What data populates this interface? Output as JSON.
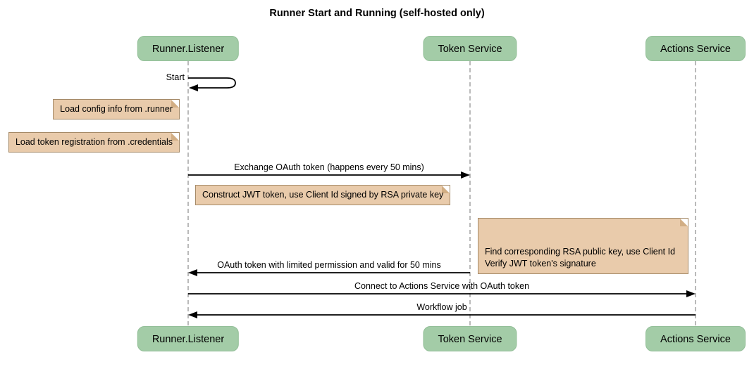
{
  "title": "Runner Start and Running (self-hosted only)",
  "diagram_type": "sequence-diagram",
  "colors": {
    "participant_fill": "#a3cca7",
    "note_fill": "#e9cbab",
    "note_border": "#a58a68",
    "note_fold": "#d2ae84",
    "lifeline": "#bababa",
    "arrow": "#000000",
    "background": "#ffffff"
  },
  "participants": [
    {
      "id": "runner-listener",
      "label": "Runner.Listener"
    },
    {
      "id": "token-service",
      "label": "Token Service"
    },
    {
      "id": "actions-service",
      "label": "Actions Service"
    }
  ],
  "messages": [
    {
      "label": "Start",
      "from": "runner-listener",
      "to": "runner-listener",
      "type": "self"
    },
    {
      "label": "Exchange OAuth token (happens every 50 mins)",
      "from": "runner-listener",
      "to": "token-service",
      "type": "solid-arrow"
    },
    {
      "label": "OAuth token with limited permission and valid for 50 mins",
      "from": "token-service",
      "to": "runner-listener",
      "type": "solid-arrow"
    },
    {
      "label": "Connect to Actions Service with OAuth token",
      "from": "runner-listener",
      "to": "actions-service",
      "type": "solid-arrow"
    },
    {
      "label": "Workflow job",
      "from": "actions-service",
      "to": "runner-listener",
      "type": "solid-arrow"
    }
  ],
  "notes": [
    {
      "label": "Load config info from .runner",
      "position": "left of runner-listener"
    },
    {
      "label": "Load token registration from .credentials",
      "position": "left of runner-listener"
    },
    {
      "label": "Construct JWT token, use Client Id signed by RSA private key",
      "position": "right of runner-listener"
    },
    {
      "label": "Find corresponding RSA public key, use Client Id\nVerify JWT token's signature",
      "position": "right of token-service"
    }
  ]
}
